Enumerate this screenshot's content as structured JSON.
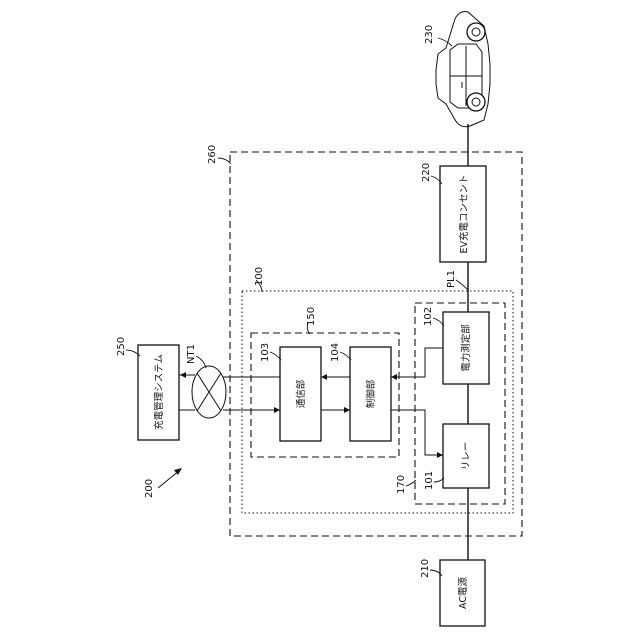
{
  "refs": {
    "r200": "200",
    "r210": "210",
    "r220": "220",
    "r230": "230",
    "r250": "250",
    "r260": "260",
    "r100": "100",
    "r150": "150",
    "r170": "170",
    "r101": "101",
    "r102": "102",
    "r103": "103",
    "r104": "104",
    "pl1": "PL1",
    "nt1": "NT1"
  },
  "blocks": {
    "ac_power": "AC電源",
    "ev_outlet": "EV充電コンセント",
    "charge_mgmt": "充電管理システム",
    "comm_unit": "通信部",
    "control_unit": "制御部",
    "power_meter": "電力測定部",
    "relay": "リレー"
  }
}
